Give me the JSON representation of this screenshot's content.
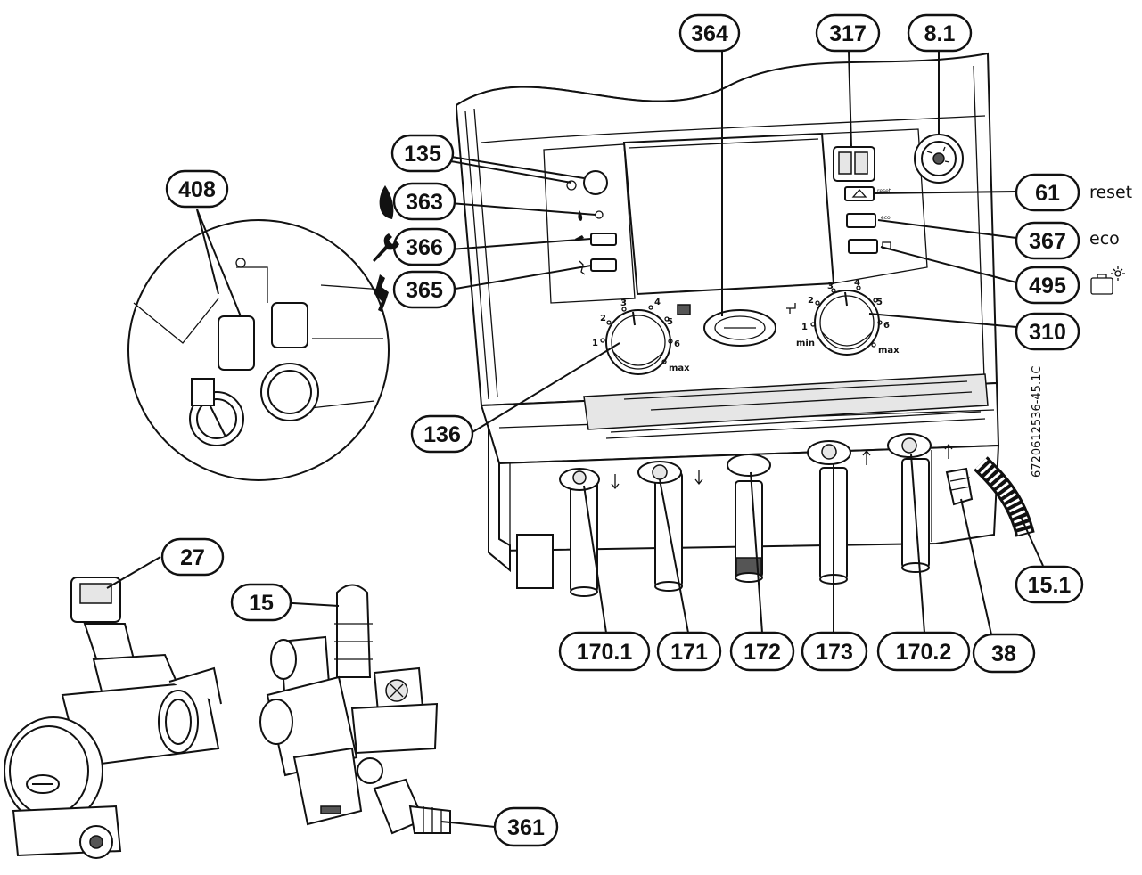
{
  "callouts": {
    "c364": "364",
    "c317": "317",
    "c8_1": "8.1",
    "c135": "135",
    "c408": "408",
    "c363": "363",
    "c366": "366",
    "c365": "365",
    "c61": "61",
    "c367": "367",
    "c495": "495",
    "c310": "310",
    "c136": "136",
    "c27": "27",
    "c15": "15",
    "c15_1": "15.1",
    "c170_1": "170.1",
    "c171": "171",
    "c172": "172",
    "c173": "173",
    "c170_2": "170.2",
    "c38": "38",
    "c361": "361"
  },
  "legend": {
    "reset": "reset",
    "eco": "eco"
  },
  "panel_labels": {
    "reset_small": "reset",
    "eco_small": "eco",
    "dial_min": "min",
    "dial_max": "max",
    "ch_ticks": [
      "1",
      "2",
      "3",
      "4",
      "5",
      "6"
    ],
    "dhw_ticks": [
      "1",
      "2",
      "3",
      "4",
      "5",
      "6"
    ]
  },
  "drawing_code": "6720612536-45.1C",
  "icons": [
    "flame-icon",
    "wrench-icon",
    "chimney-sweep-icon",
    "briefcase-sun-icon",
    "radiator-icon",
    "tap-icon"
  ]
}
